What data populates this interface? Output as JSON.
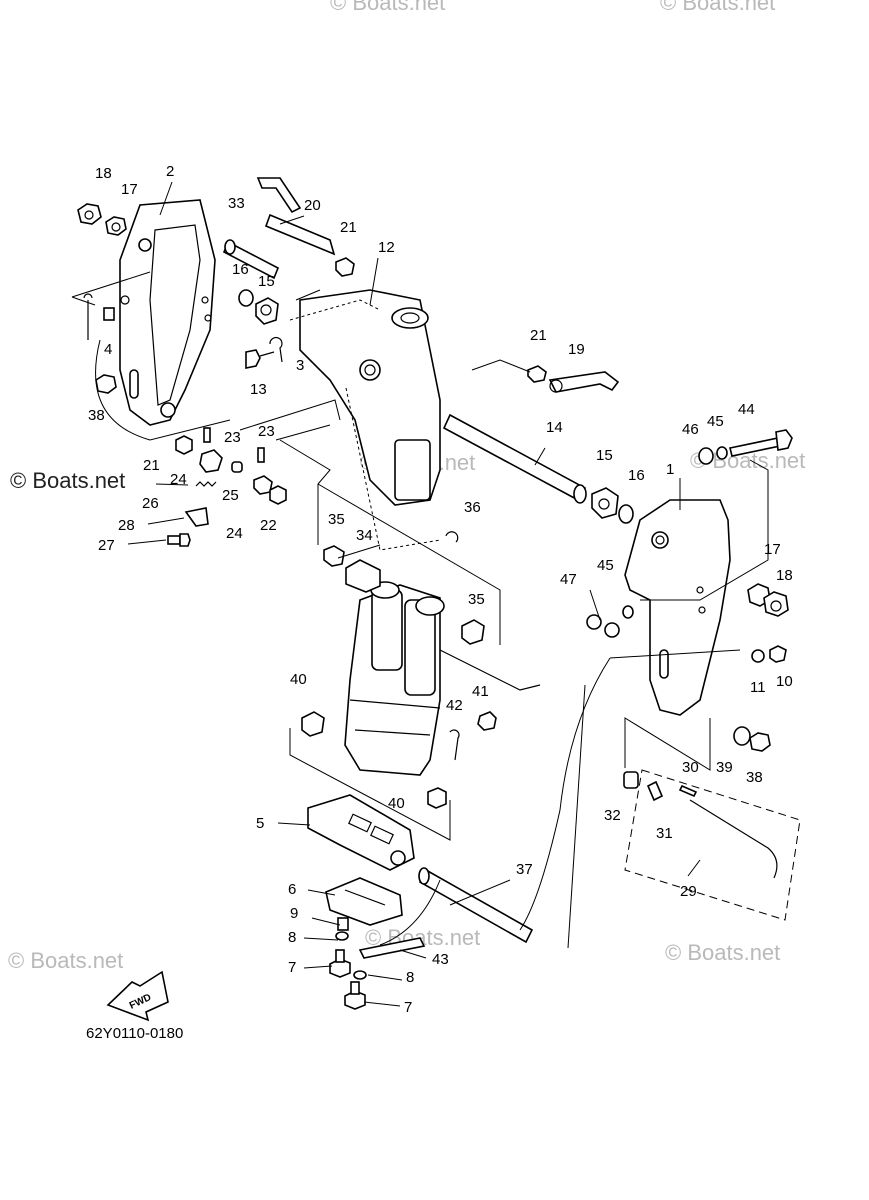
{
  "diagram": {
    "code": "62Y0110-0180",
    "fwd_label": "FWD",
    "watermark_main": "© Boats.net",
    "watermark_faded": "© Boats.net"
  },
  "callouts": {
    "c1": "1",
    "c2": "2",
    "c3": "3",
    "c4": "4",
    "c5": "5",
    "c6": "6",
    "c7a": "7",
    "c7b": "7",
    "c8a": "8",
    "c8b": "8",
    "c9": "9",
    "c10": "10",
    "c11": "11",
    "c12": "12",
    "c13": "13",
    "c14": "14",
    "c15a": "15",
    "c15b": "15",
    "c16a": "16",
    "c16b": "16",
    "c17a": "17",
    "c17b": "17",
    "c18a": "18",
    "c18b": "18",
    "c19": "19",
    "c20": "20",
    "c21a": "21",
    "c21b": "21",
    "c21c": "21",
    "c22": "22",
    "c23a": "23",
    "c23b": "23",
    "c24a": "24",
    "c24b": "24",
    "c25": "25",
    "c26": "26",
    "c27": "27",
    "c28": "28",
    "c29": "29",
    "c30": "30",
    "c31": "31",
    "c32": "32",
    "c33": "33",
    "c34": "34",
    "c35a": "35",
    "c35b": "35",
    "c36": "36",
    "c37": "37",
    "c38a": "38",
    "c38b": "38",
    "c39": "39",
    "c40a": "40",
    "c40b": "40",
    "c41": "41",
    "c42": "42",
    "c43": "43",
    "c44": "44",
    "c45a": "45",
    "c45b": "45",
    "c46": "46",
    "c47": "47"
  }
}
